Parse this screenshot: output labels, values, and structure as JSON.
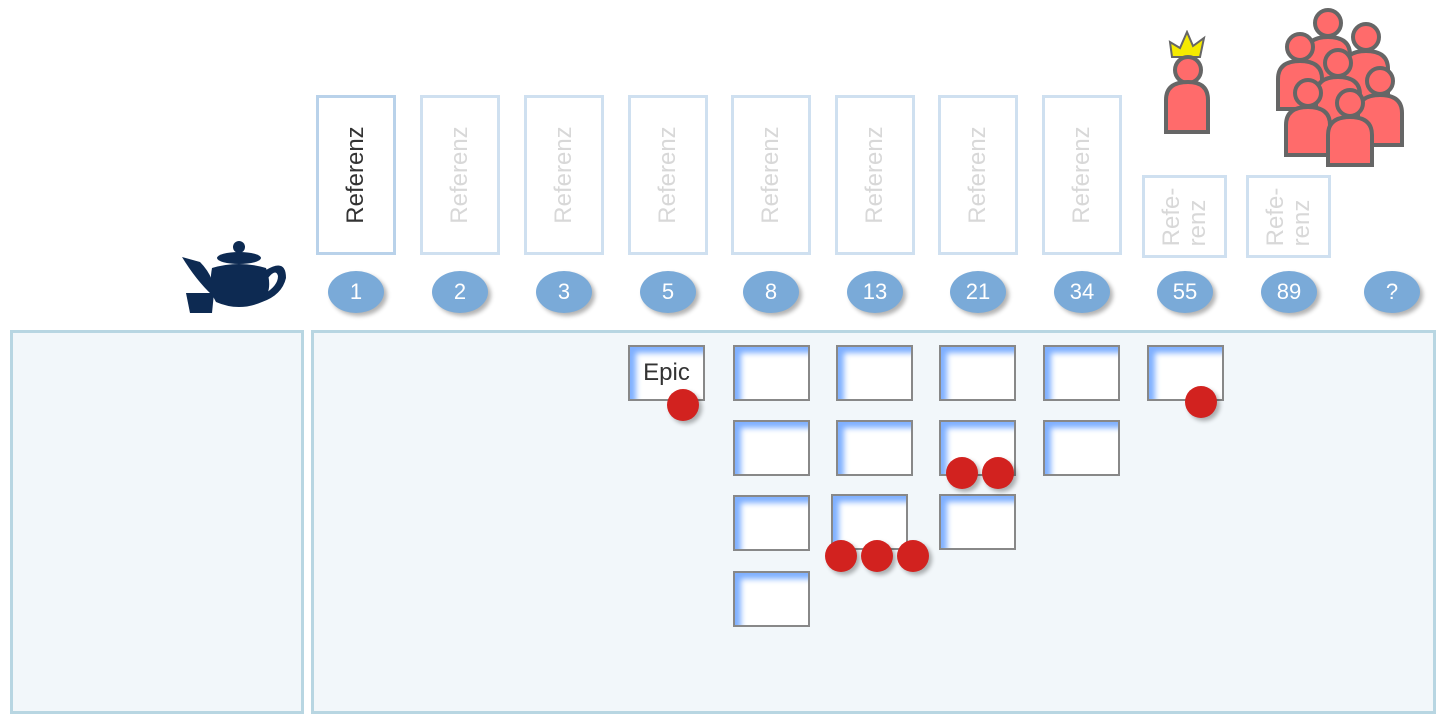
{
  "columns": [
    {
      "value": "1",
      "ref": "Referenz",
      "active": true
    },
    {
      "value": "2",
      "ref": "Referenz"
    },
    {
      "value": "3",
      "ref": "Referenz"
    },
    {
      "value": "5",
      "ref": "Referenz"
    },
    {
      "value": "8",
      "ref": "Referenz"
    },
    {
      "value": "13",
      "ref": "Referenz"
    },
    {
      "value": "21",
      "ref": "Referenz"
    },
    {
      "value": "34",
      "ref": "Referenz"
    },
    {
      "value": "55",
      "ref": "Refe-\nrenz",
      "short": true
    },
    {
      "value": "89",
      "ref": "Refe-\nrenz",
      "short": true
    },
    {
      "value": "?"
    }
  ],
  "epic_label": "Epic",
  "colors": {
    "oval": "#7aaad8",
    "dot": "#d2221f",
    "teapot": "#0d2a52",
    "person": "#ff6b6b"
  }
}
